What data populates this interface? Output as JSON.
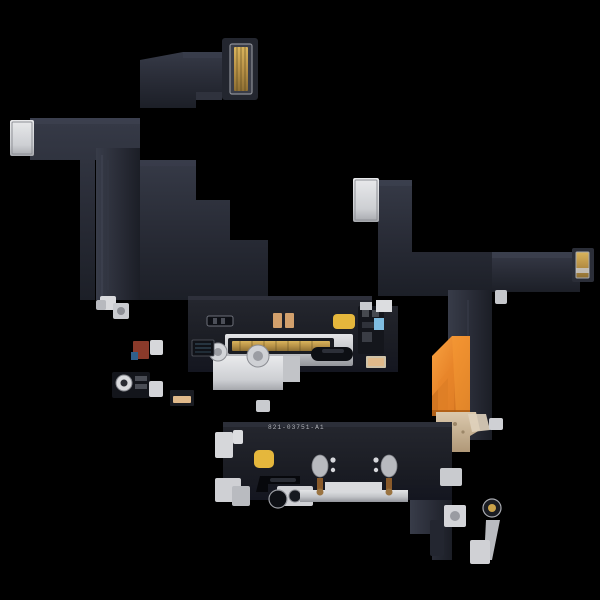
{
  "scene": {
    "title": "iPhone Charging Port Flex Cable Assembly",
    "background_color": "#000000",
    "subject": "charging-port-flex-cable",
    "view": "top-down product photograph"
  },
  "labels": {
    "part_number": "821-03751-A1"
  },
  "colors": {
    "background": "#000000",
    "flex_dark": "#2a2d38",
    "flex_dark_edge": "#1d2028",
    "flex_mid": "#343744",
    "flex_light": "#3e4150",
    "board_black": "#1b1d24",
    "connector_white": "#d8d9dc",
    "connector_white_shadow": "#a9abb0",
    "bracket_silver": "#c6c7ca",
    "gold_contact": "#caa24a",
    "gold_pin": "#b89450",
    "copper_tape": "#e8852a",
    "copper_tape_dark": "#c96d1c",
    "copper_tape_light": "#f59a35",
    "kapton_tan": "#c9b59a",
    "pad_yellow": "#e5b73c",
    "component_blue": "#7fbde0",
    "component_red": "#8a3a2a",
    "screw_brass": "#8a5a2a",
    "text_silver": "#c9ccd4"
  },
  "parts": [
    {
      "id": "top-ribbon-connector",
      "name": "board-to-board connector (top)",
      "contacts": "gold"
    },
    {
      "id": "left-arm-connector",
      "name": "left arm end connector",
      "contacts": "white"
    },
    {
      "id": "mid-right-connector",
      "name": "upper-right tab connector",
      "contacts": "white"
    },
    {
      "id": "right-arm-connector",
      "name": "right arm end connector",
      "contacts": "gold"
    },
    {
      "id": "charge-port",
      "name": "lightning charging port",
      "contacts": "gold"
    },
    {
      "id": "copper-shield",
      "name": "copper shielding tape",
      "contacts": "none"
    },
    {
      "id": "lower-board",
      "name": "lower antenna board",
      "contacts": "none"
    },
    {
      "id": "screw-post-left",
      "name": "left screw post",
      "contacts": "brass"
    },
    {
      "id": "screw-post-right",
      "name": "right screw post",
      "contacts": "brass"
    }
  ]
}
